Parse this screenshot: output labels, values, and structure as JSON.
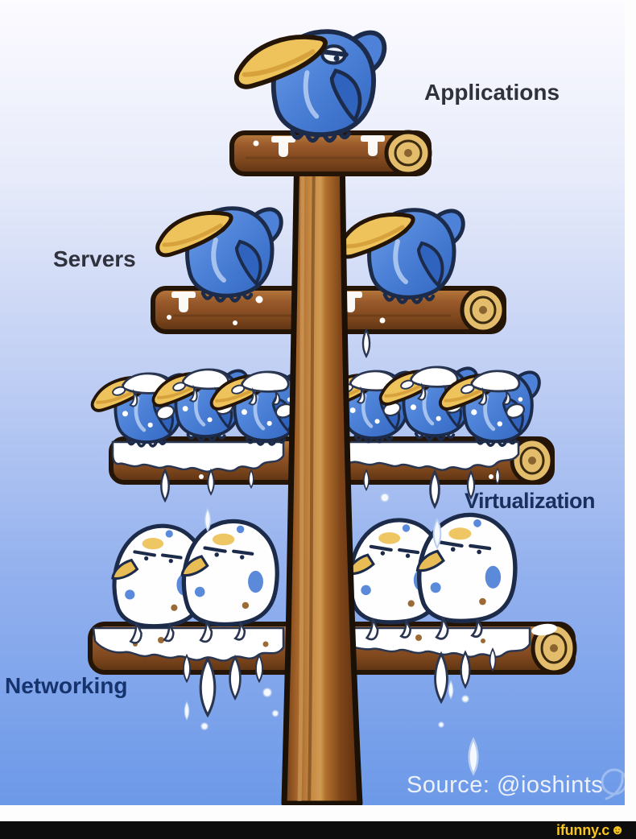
{
  "scene": {
    "type": "cartoon meme",
    "description": "IT-stack pecking order: cartoon blue birds perched on four branches of a wooden pole; each lower tier is covered in droppings from the tier above",
    "tiers": [
      {
        "label": "Applications",
        "bird_count": 1,
        "condition": "clean"
      },
      {
        "label": "Servers",
        "bird_count": 2,
        "condition": "a few droppings on the branch"
      },
      {
        "label": "Virtualization",
        "bird_count": 6,
        "condition": "heavily splattered"
      },
      {
        "label": "Networking",
        "bird_count": 4,
        "condition": "completely buried in droppings"
      }
    ]
  },
  "watermark": {
    "text": "Source: @ioshints"
  },
  "footer": {
    "brand_text": "ifunny.c",
    "smiley_glyph": "☻",
    "bar_color": "#0d0d0d",
    "brand_color": "#f7c51e"
  },
  "colors": {
    "sky_top": "#fcfbff",
    "sky_bottom": "#6c99e8",
    "bird_blue": "#4d82d8",
    "beak_yellow": "#eec35c",
    "wood_brown": "#8a5226",
    "droppings_white": "#ffffff",
    "label_dark": "#2f323b",
    "label_navy": "#16336e"
  }
}
